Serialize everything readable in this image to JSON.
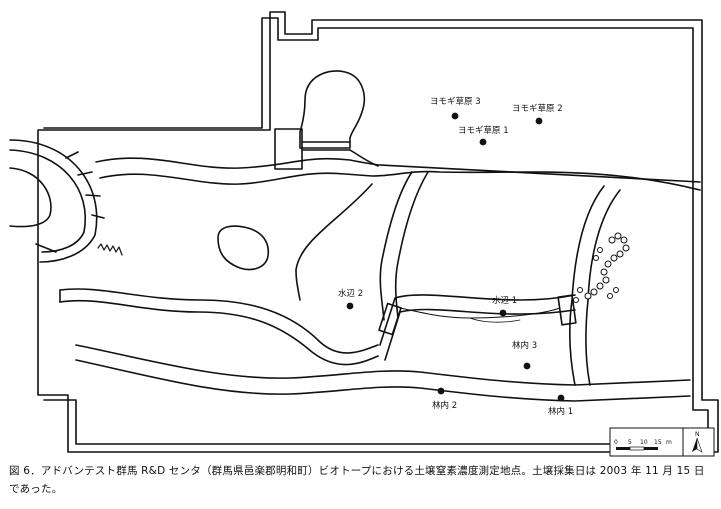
{
  "figure": {
    "caption": "図 6．アドバンテスト群馬 R&D センタ（群馬県邑楽郡明和町）ビオトープにおける土壌窒素濃度測定地点。土壌採集日は 2003 年 11 月 15 日であった。"
  },
  "points": [
    {
      "id": "yomogi3",
      "label": "ヨモギ草原 3"
    },
    {
      "id": "yomogi2",
      "label": "ヨモギ草原 2"
    },
    {
      "id": "yomogi1",
      "label": "ヨモギ草原 1"
    },
    {
      "id": "mizube2",
      "label": "水辺 2"
    },
    {
      "id": "mizube1",
      "label": "水辺 1"
    },
    {
      "id": "rinnai3",
      "label": "林内 3"
    },
    {
      "id": "rinnai2",
      "label": "林内 2"
    },
    {
      "id": "rinnai1",
      "label": "林内 1"
    }
  ],
  "scale_bar": {
    "ticks": [
      "0",
      "5",
      "10",
      "15"
    ],
    "unit": "m"
  },
  "north_arrow": {
    "label": "N",
    "icon": "north-arrow-icon"
  }
}
